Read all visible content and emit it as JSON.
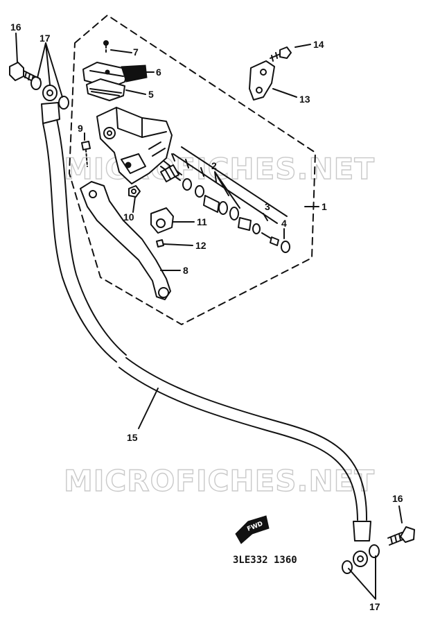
{
  "watermarks": [
    "MICROFICHES.NET",
    "MICROFICHES.NET"
  ],
  "part_code": "3LE332 1360",
  "fwd_arrow": {
    "label": "FWD"
  },
  "callouts": {
    "c1": "1",
    "c2": "2",
    "c3": "3",
    "c4": "4",
    "c5": "5",
    "c6": "6",
    "c7": "7",
    "c8": "8",
    "c9": "9",
    "c10": "10",
    "c11": "11",
    "c12": "12",
    "c13": "13",
    "c14": "14",
    "c15": "15",
    "c16_top": "16",
    "c16_bottom": "16",
    "c17_top": "17",
    "c17_bottom": "17"
  }
}
